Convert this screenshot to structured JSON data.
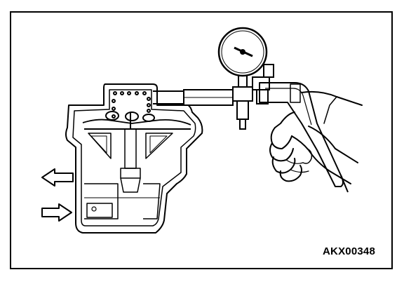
{
  "figure": {
    "code": "AKX00348",
    "components": [
      "valve-housing",
      "vacuum-gauge",
      "hand-vacuum-pump",
      "hand"
    ],
    "arrows": [
      "left-arrow",
      "right-arrow"
    ],
    "colors": {
      "line": "#000000",
      "background": "#ffffff"
    }
  }
}
